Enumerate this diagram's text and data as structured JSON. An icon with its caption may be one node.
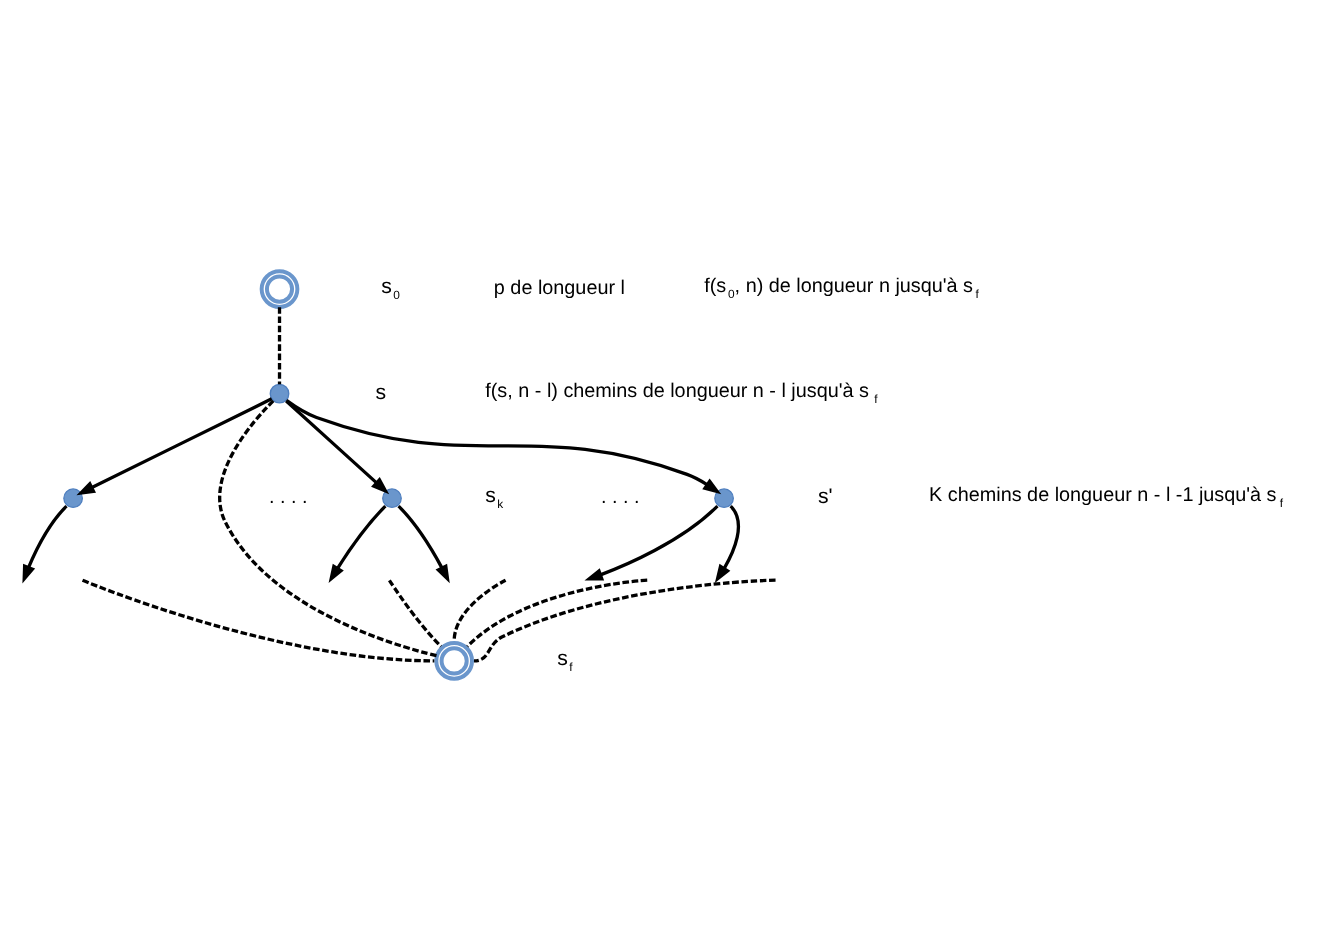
{
  "diagram": {
    "nodes": [
      {
        "text": [],
        "shape": "circle",
        "beside": [
          "s$_{0}$"
        ]
      },
      {
        "text": [],
        "shape": "circle",
        "beside": [
          "s"
        ]
      },
      {
        "text": [],
        "shape": "circle"
      },
      {
        "text": [],
        "shape": "circle",
        "beside": [
          "s$_{k}$"
        ]
      },
      {
        "text": [],
        "shape": "circle",
        "beside": [
          "s'"
        ]
      },
      {
        "text": [],
        "shape": "circle",
        "beside": [
          "s$_{f}$"
        ]
      }
    ],
    "edges": [
      {
        "from": 0,
        "to": 1,
        "arrow": "none",
        "style": "dashed"
      },
      {
        "from": 1,
        "to": 5,
        "arrow": "none",
        "style": "dashed"
      },
      {
        "from": 1,
        "to": 2,
        "arrow": "to"
      },
      {
        "from": 1,
        "to": 3,
        "arrow": "to"
      },
      {
        "from": 1,
        "to": 4,
        "arrow": "to"
      },
      {
        "from": 2,
        "to": null,
        "arrow": "to"
      },
      {
        "from": 3,
        "to": null,
        "arrow": "to"
      },
      {
        "from": 3,
        "to": null,
        "arrow": "to"
      },
      {
        "from": 4,
        "to": null,
        "arrow": "to"
      },
      {
        "from": 4,
        "to": null,
        "arrow": "to"
      },
      {
        "from": null,
        "to": 5,
        "arrow": "none",
        "style": "dashed"
      },
      {
        "from": null,
        "to": 5,
        "arrow": "none",
        "style": "dashed"
      },
      {
        "from": null,
        "to": 5,
        "arrow": "none",
        "style": "dashed"
      },
      {
        "from": null,
        "to": 5,
        "arrow": "none",
        "style": "dashed"
      },
      {
        "from": null,
        "to": 5,
        "arrow": "none",
        "style": "dashed"
      }
    ],
    "labels": [
      "p de longueur l",
      "f(s$_{0}$, n) de longueur n jusqu'à s$_{f}$",
      "f(s, n - l) chemins de longueur n - l jusqu'à s$_{f}$",
      ". . . .",
      ". . . .",
      "K chemins de longueur n - l -1 jusqu'à s$_{f}$"
    ]
  }
}
